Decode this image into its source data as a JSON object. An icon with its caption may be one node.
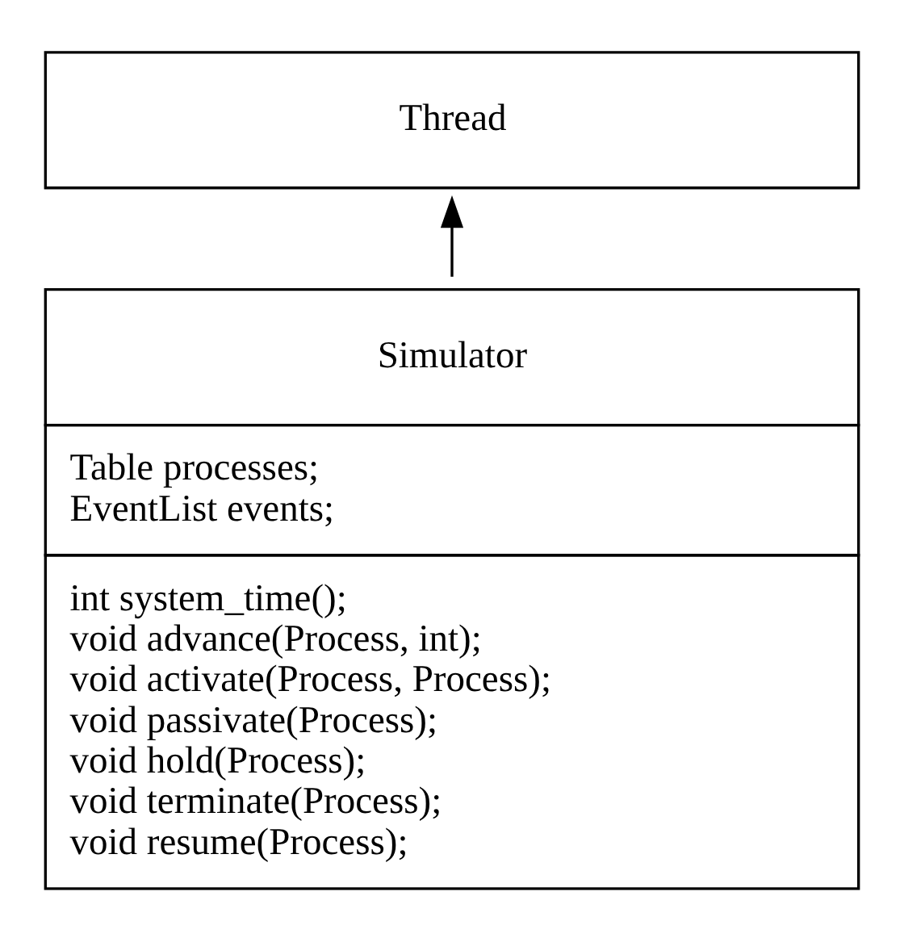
{
  "diagram": {
    "nodes": [
      {
        "text": [
          "Thread"
        ]
      },
      {
        "text": [
          "Simulator",
          "Table processes; EventList events;",
          "int system_time(); void advance(Process, int); void activate(Process, Process); void passivate(Process); void hold(Process); void terminate(Process); void resume(Process);"
        ]
      }
    ],
    "edges": [
      {
        "from": 1,
        "to": 0,
        "arrow": "to"
      }
    ]
  }
}
